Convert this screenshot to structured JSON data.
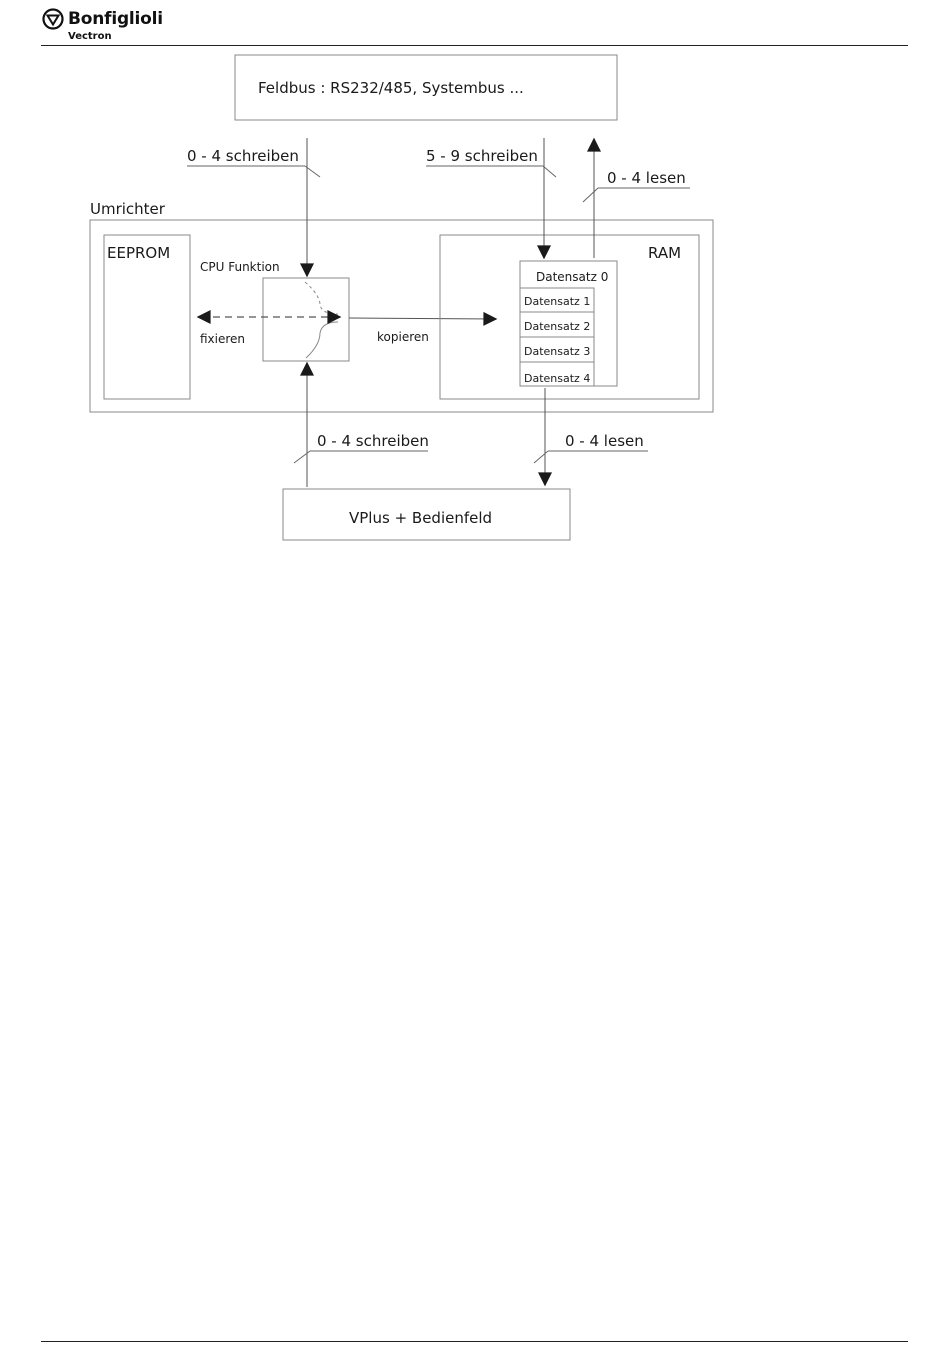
{
  "header": {
    "brand": "Bonfiglioli",
    "sub_brand": "Vectron"
  },
  "diagram": {
    "feldbus_label": "Feldbus : RS232/485, Systembus ...",
    "umrichter_label": "Umrichter",
    "eeprom_label": "EEPROM",
    "ram_label": "RAM",
    "cpu_label": "CPU Funktion",
    "fixieren_label": "fixieren",
    "kopieren_label": "kopieren",
    "vplus_label": "VPlus + Bedienfeld",
    "flows": {
      "bus_write_0_4": "0 - 4 schreiben",
      "bus_write_5_9": "5 - 9 schreiben",
      "bus_read_0_4": "0 - 4 lesen",
      "panel_write_0_4": "0 - 4 schreiben",
      "panel_read_0_4": "0 - 4 lesen"
    },
    "datensaetze": [
      "Datensatz 0",
      "Datensatz 1",
      "Datensatz 2",
      "Datensatz 3",
      "Datensatz 4"
    ],
    "colors": {
      "line": "#555555",
      "box_border": "#888888",
      "text": "#1a1a1a"
    }
  }
}
